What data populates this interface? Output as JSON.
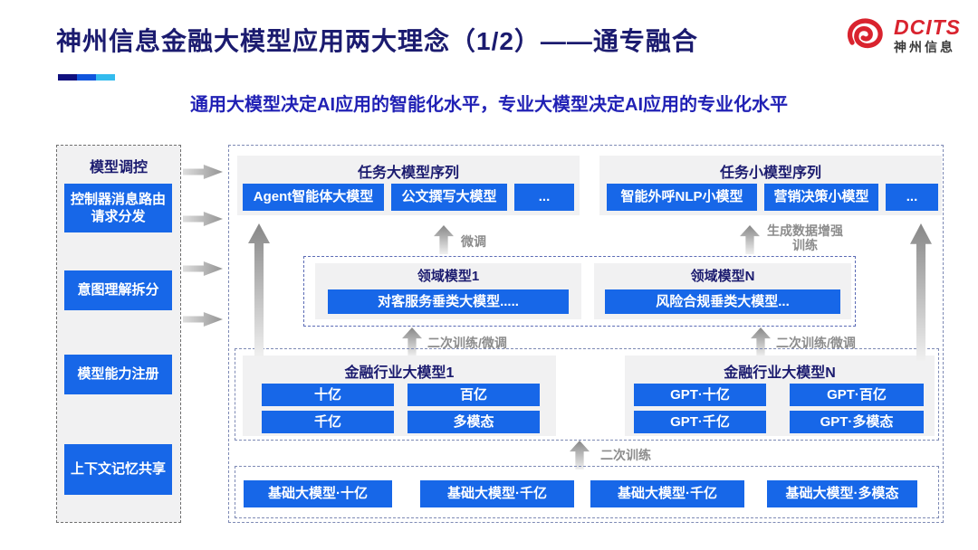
{
  "slide": {
    "title": "神州信息金融大模型应用两大理念（1/2）——通专融合",
    "subtitle": "通用大模型决定AI应用的智能化水平，专业大模型决定AI应用的专业化水平"
  },
  "logo": {
    "brand": "DCITS",
    "brand_cn": "神州信息"
  },
  "sidebar": {
    "title": "模型调控",
    "items": [
      "控制器消息路由请求分发",
      "意图理解拆分",
      "模型能力注册",
      "上下文记忆共享"
    ]
  },
  "task_large": {
    "title": "任务大模型序列",
    "items": [
      "Agent智能体大模型",
      "公文撰写大模型",
      "..."
    ]
  },
  "task_small": {
    "title": "任务小模型序列",
    "items": [
      "智能外呼NLP小模型",
      "营销决策小模型",
      "..."
    ]
  },
  "labels": {
    "fine_tune": "微调",
    "gen_data_train": "生成数据增强训练",
    "retrain_finetune_left": "二次训练/微调",
    "retrain_finetune_right": "二次训练/微调",
    "retrain": "二次训练"
  },
  "domain": {
    "model1": {
      "title": "领域模型1",
      "item": "对客服务垂类大模型....."
    },
    "modelN": {
      "title": "领域模型N",
      "item": "风险合规垂类大模型..."
    }
  },
  "industry": {
    "model1": {
      "title": "金融行业大模型1",
      "items": [
        "十亿",
        "百亿",
        "千亿",
        "多模态"
      ]
    },
    "modelN": {
      "title": "金融行业大模型N",
      "items": [
        "GPT·十亿",
        "GPT·百亿",
        "GPT·千亿",
        "GPT·多模态"
      ]
    }
  },
  "base_models": {
    "items": [
      "基础大模型·十亿",
      "基础大模型·千亿",
      "基础大模型·千亿",
      "基础大模型·多模态"
    ]
  },
  "colors": {
    "accent_blue": "#1767e8",
    "title_navy": "#1b1b6f",
    "subtitle_blue": "#2121b5",
    "logo_red": "#d9232e",
    "accent_bar": [
      "#10107e",
      "#1155dd",
      "#33bbee"
    ]
  }
}
